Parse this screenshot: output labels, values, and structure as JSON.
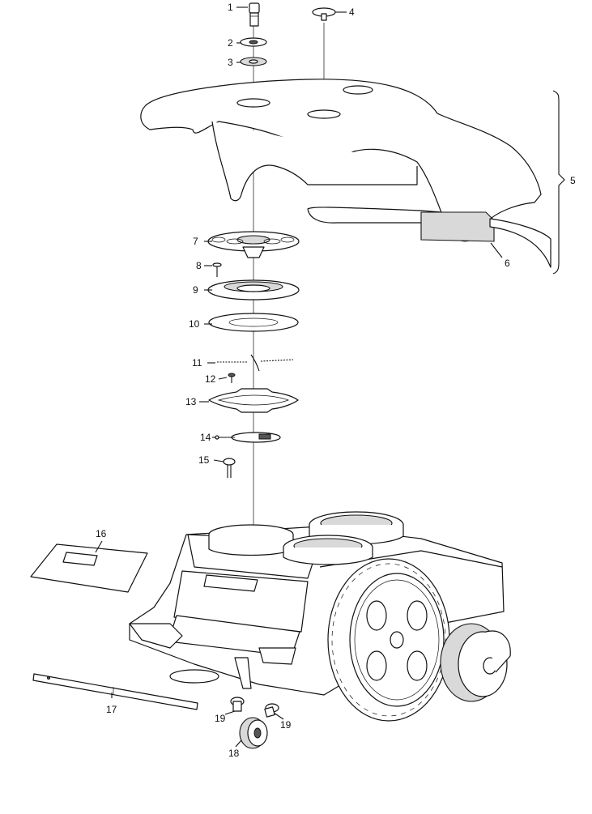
{
  "callouts": [
    {
      "id": "c1",
      "text": "1"
    },
    {
      "id": "c2",
      "text": "2"
    },
    {
      "id": "c3",
      "text": "3"
    },
    {
      "id": "c4",
      "text": "4"
    },
    {
      "id": "c5",
      "text": "5"
    },
    {
      "id": "c6",
      "text": "6"
    },
    {
      "id": "c7",
      "text": "7"
    },
    {
      "id": "c8",
      "text": "8"
    },
    {
      "id": "c9",
      "text": "9"
    },
    {
      "id": "c10",
      "text": "10"
    },
    {
      "id": "c11",
      "text": "11"
    },
    {
      "id": "c12",
      "text": "12"
    },
    {
      "id": "c13",
      "text": "13"
    },
    {
      "id": "c14",
      "text": "14"
    },
    {
      "id": "c15",
      "text": "15"
    },
    {
      "id": "c16",
      "text": "16"
    },
    {
      "id": "c17",
      "text": "17"
    },
    {
      "id": "c18",
      "text": "18"
    },
    {
      "id": "c19a",
      "text": "19"
    },
    {
      "id": "c19b",
      "text": "19"
    }
  ]
}
